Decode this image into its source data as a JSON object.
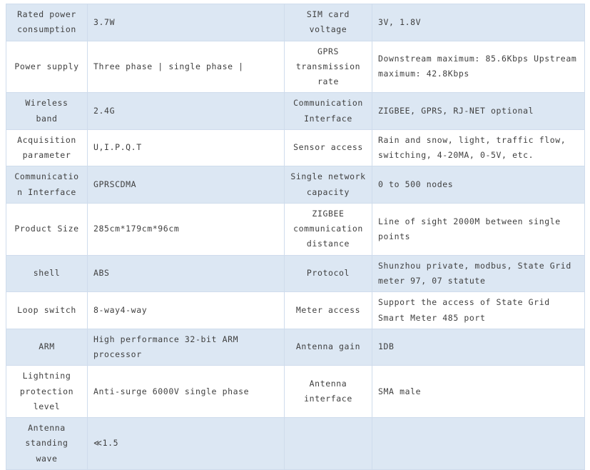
{
  "table": {
    "columns": [
      "parameter-label-left",
      "parameter-value-left",
      "parameter-label-right",
      "parameter-value-right"
    ],
    "row_colors": {
      "odd": "#dce7f3",
      "even": "#ffffff",
      "border": "#cfdcec"
    },
    "rows": [
      {
        "shade": "blue",
        "label_left": "Rated power consumption",
        "value_left": "3.7W",
        "label_right": "SIM card voltage",
        "value_right": "3V, 1.8V"
      },
      {
        "shade": "white",
        "label_left": "Power supply",
        "value_left": "Three phase | single phase |",
        "label_right": "GPRS transmission rate",
        "value_right": "Downstream maximum: 85.6Kbps Upstream maximum: 42.8Kbps"
      },
      {
        "shade": "blue",
        "label_left": "Wireless band",
        "value_left": "2.4G",
        "label_right": "Communication Interface",
        "value_right": "ZIGBEE, GPRS, RJ-NET optional"
      },
      {
        "shade": "white",
        "label_left": "Acquisition parameter",
        "value_left": "U,I.P.Q.T",
        "label_right": "Sensor access",
        "value_right": "Rain and snow, light, traffic flow, switching, 4-20MA, 0-5V, etc."
      },
      {
        "shade": "blue",
        "label_left": "Communication Interface",
        "value_left": "GPRSCDMA",
        "label_right": "Single network capacity",
        "value_right": "0 to 500 nodes"
      },
      {
        "shade": "white",
        "label_left": "Product Size",
        "value_left": "285cm*179cm*96cm",
        "label_right": "ZIGBEE communication distance",
        "value_right": "Line of sight 2000M between single points"
      },
      {
        "shade": "blue",
        "label_left": "shell",
        "value_left": "ABS",
        "label_right": "Protocol",
        "value_right": "Shunzhou private, modbus, State Grid meter 97, 07 statute"
      },
      {
        "shade": "white",
        "label_left": "Loop switch",
        "value_left": "8-way4-way",
        "label_right": "Meter access",
        "value_right": "Support the access of State Grid Smart Meter 485 port"
      },
      {
        "shade": "blue",
        "label_left": "ARM",
        "value_left": "High performance 32-bit ARM processor",
        "label_right": "Antenna gain",
        "value_right": "1DB"
      },
      {
        "shade": "white",
        "label_left": "Lightning protection level",
        "value_left": "Anti-surge 6000V single phase",
        "label_right": "Antenna interface",
        "value_right": "SMA male"
      },
      {
        "shade": "blue",
        "label_left": "Antenna standing wave",
        "value_left": "≪1.5",
        "label_right": "",
        "value_right": ""
      }
    ]
  }
}
